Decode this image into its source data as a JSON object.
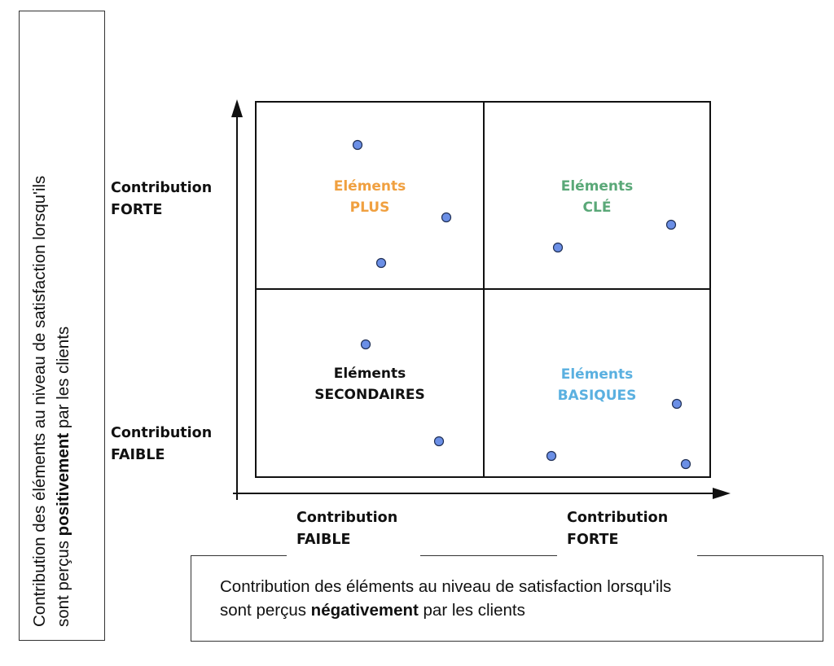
{
  "y_axis": {
    "description_line1": "Contribution des éléments au niveau de satisfaction lorsqu'ils",
    "description_line2_prefix": "sont perçus ",
    "description_line2_bold": "positivement",
    "description_line2_suffix": " par les clients",
    "label_high_line1": "Contribution",
    "label_high_line2": "FORTE",
    "label_low_line1": "Contribution",
    "label_low_line2": "FAIBLE"
  },
  "x_axis": {
    "description_line1": "Contribution des éléments au niveau de satisfaction lorsqu'ils",
    "description_line2_prefix": "sont perçus ",
    "description_line2_bold": "négativement",
    "description_line2_suffix": " par les clients",
    "label_low_line1": "Contribution",
    "label_low_line2": "FAIBLE",
    "label_high_line1": "Contribution",
    "label_high_line2": "FORTE"
  },
  "quadrants": {
    "plus": {
      "line1": "Eléments",
      "line2": "PLUS",
      "color": "#f0a040"
    },
    "cle": {
      "line1": "Eléments",
      "line2": "CLÉ",
      "color": "#5aa878"
    },
    "secondaires": {
      "line1": "Eléments",
      "line2": "SECONDAIRES",
      "color": "#111111"
    },
    "basiques": {
      "line1": "Eléments",
      "line2": "BASIQUES",
      "color": "#5ab0e0"
    }
  },
  "colors": {
    "point_fill": "#6b8fe6",
    "point_stroke": "#1f2f55",
    "line": "#111111"
  }
}
